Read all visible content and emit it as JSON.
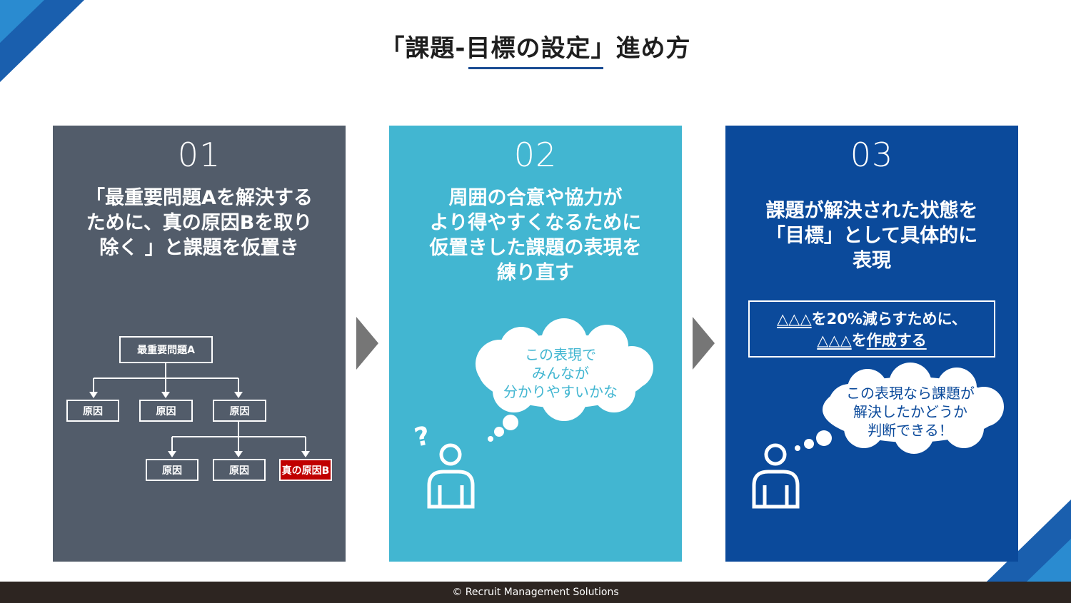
{
  "title": "「課題-目標の設定」進め方",
  "panels": [
    {
      "number": "01",
      "text_lines": [
        "「最重要問題Aを解決する",
        "ために、真の原因Bを取り",
        "除く 」と課題を仮置き"
      ]
    },
    {
      "number": "02",
      "text_lines": [
        "周囲の合意や協力が",
        "より得やすくなるために",
        "仮置きした課題の表現を",
        "練り直す"
      ]
    },
    {
      "number": "03",
      "text_lines": [
        "課題が解決された状態を",
        "「目標」として具体的に",
        "表現"
      ]
    }
  ],
  "tree": {
    "root": "最重要問題A",
    "level1": [
      "原因",
      "原因",
      "原因"
    ],
    "level2": [
      "原因",
      "原因",
      "真の原因B"
    ]
  },
  "bubble_2_lines": [
    "この表現で",
    "みんなが",
    "分かりやすいかな"
  ],
  "bubble_3_lines": [
    "この表現なら課題が",
    "解決したかどうか",
    "判断できる！"
  ],
  "goal_box": {
    "line1_a": "△△△",
    "line1_b": "を20%減らすために、",
    "line2_a": "△△△",
    "line2_b": "を",
    "line2_c": "作成する"
  },
  "question_mark": "?",
  "footer": "© Recruit Management Solutions",
  "colors": {
    "panel1": "#525c6a",
    "panel2": "#42b6d1",
    "panel3": "#0b4a9b",
    "highlight": "#c00000",
    "accent": "#1a4c93"
  }
}
